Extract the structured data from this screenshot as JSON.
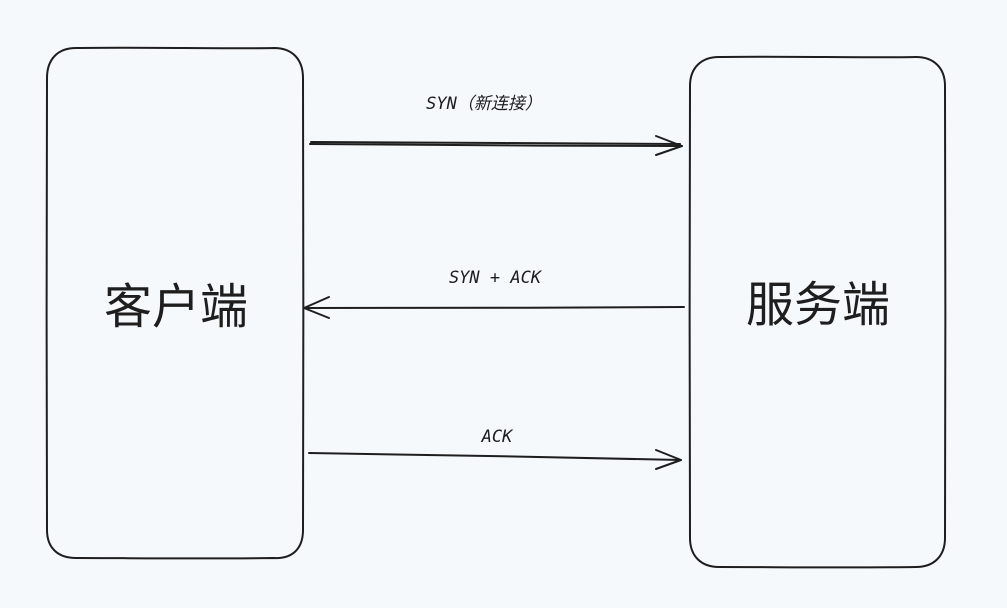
{
  "diagram": {
    "nodes": {
      "client": {
        "label": "客户端"
      },
      "server": {
        "label": "服务端"
      }
    },
    "messages": [
      {
        "label": "SYN（新连接）",
        "from": "client",
        "to": "server"
      },
      {
        "label": "SYN + ACK",
        "from": "server",
        "to": "client"
      },
      {
        "label": "ACK",
        "from": "client",
        "to": "server"
      }
    ]
  },
  "colors": {
    "background": "#f6f9fc",
    "stroke": "#1e1e1e"
  }
}
